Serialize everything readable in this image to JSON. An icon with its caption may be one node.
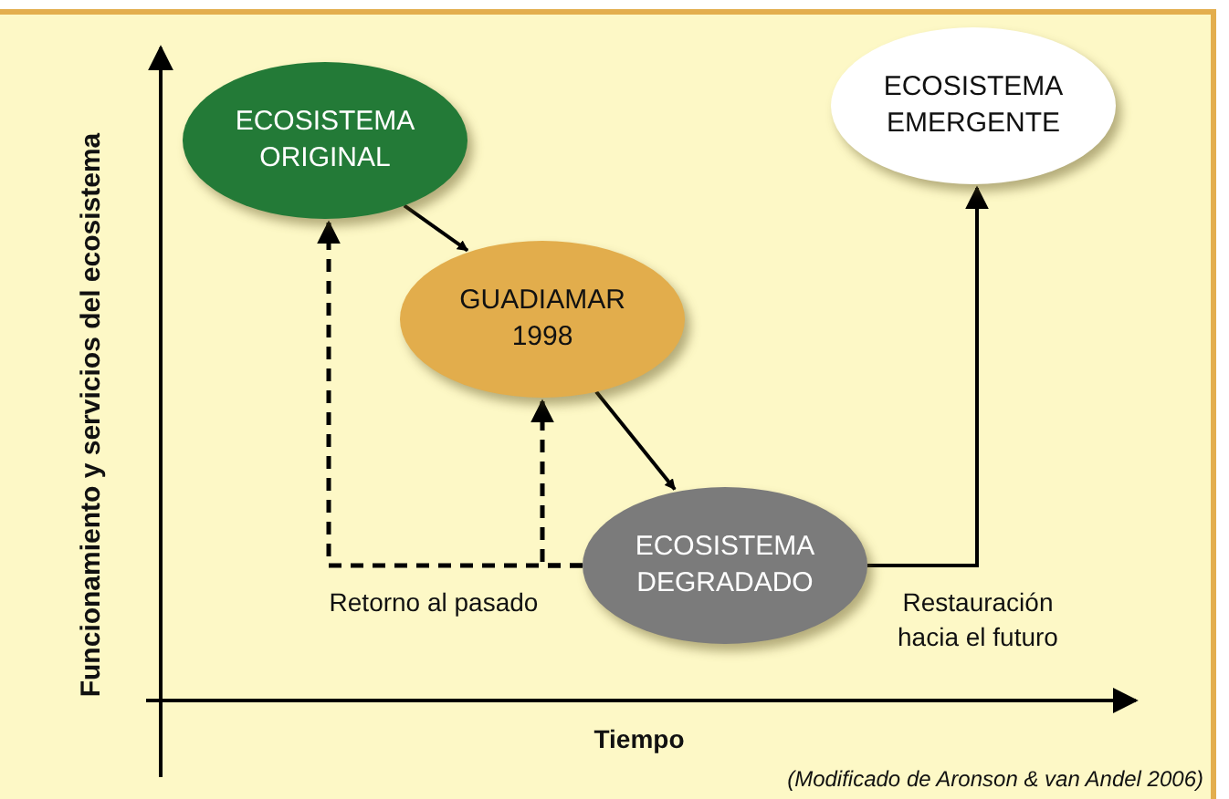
{
  "diagram": {
    "caption": "(Modificado de Aronson & van Andel 2006)",
    "nodes": [
      {
        "text": [
          "ECOSISTEMA ORIGINAL"
        ]
      },
      {
        "text": [
          "GUADIAMAR 1998"
        ]
      },
      {
        "text": [
          "ECOSISTEMA DEGRADADO"
        ]
      },
      {
        "text": [
          "ECOSISTEMA EMERGENTE"
        ]
      }
    ],
    "edges": [
      {
        "from": 0,
        "to": 1,
        "arrow": "to"
      },
      {
        "from": 1,
        "to": 2,
        "arrow": "to"
      },
      {
        "from": 2,
        "to": 0,
        "arrow": "to",
        "style": "dashed",
        "label": "Retorno al pasado"
      },
      {
        "from": 2,
        "to": 1,
        "arrow": "to",
        "style": "dashed"
      },
      {
        "from": 2,
        "to": 3,
        "arrow": "to",
        "label": "Restauración hacia el futuro"
      }
    ],
    "labels": [
      "Funcionamiento y servicios del ecosistema",
      "Tiempo"
    ]
  }
}
